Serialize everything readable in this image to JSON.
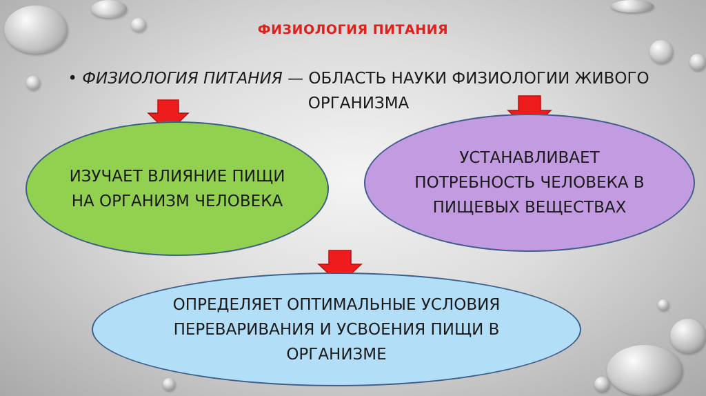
{
  "title": "ФИЗИОЛОГИЯ ПИТАНИЯ",
  "definition": {
    "bullet": "•",
    "term": "ФИЗИОЛОГИЯ ПИТАНИЯ",
    "rest_line1": " — ОБЛАСТЬ НАУКИ ФИЗИОЛОГИИ ЖИВОГО",
    "rest_line2": "ОРГАНИЗМА"
  },
  "boxes": {
    "left": "ИЗУЧАЕТ ВЛИЯНИЕ ПИЩИ НА ОРГАНИЗМ ЧЕЛОВЕКА",
    "right": "УСТАНАВЛИВАЕТ ПОТРЕБНОСТЬ ЧЕЛОВЕКА В ПИЩЕВЫХ ВЕЩЕСТВАХ",
    "bottom": "ОПРЕДЕЛЯЕТ ОПТИМАЛЬНЫЕ УСЛОВИЯ ПЕРЕВАРИВАНИЯ И УСВОЕНИЯ ПИЩИ В ОРГАНИЗМЕ"
  },
  "colors": {
    "title": "#e0201a",
    "arrow": "#ee1c1c",
    "left_box": "#92d050",
    "right_box": "#c39be0",
    "bottom_box": "#b3def7"
  }
}
